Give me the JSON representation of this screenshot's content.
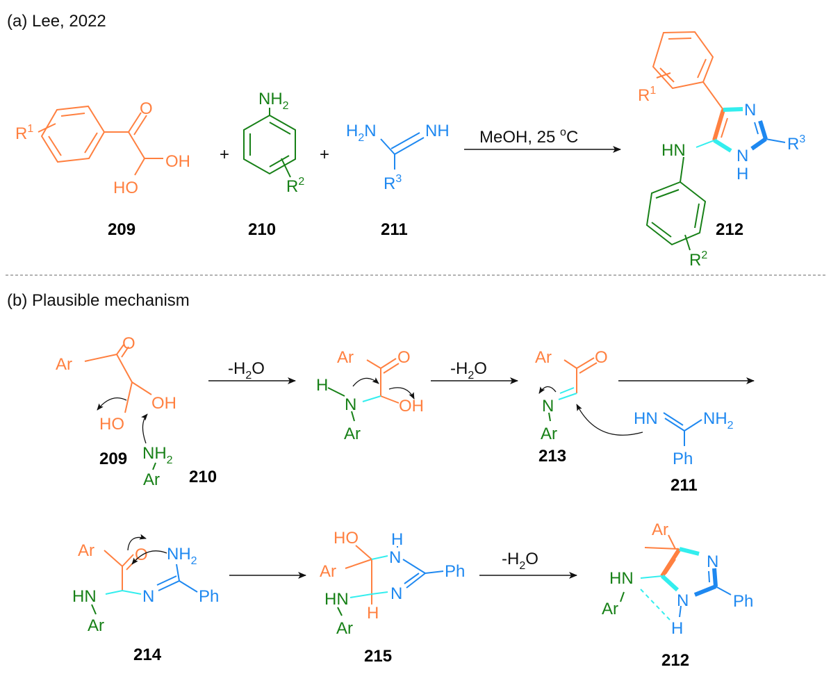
{
  "sections": {
    "a_title": "(a) Lee, 2022",
    "b_title": "(b) Plausible mechanism"
  },
  "conditions": {
    "main": "MeOH, 25 ",
    "sup": "o",
    "unit": "C"
  },
  "water_loss": {
    "pre": "-H",
    "sub": "2",
    "post": "O"
  },
  "plus": "+",
  "compounds": {
    "c209": "209",
    "c210": "210",
    "c211": "211",
    "c212": "212",
    "c213": "213",
    "c214": "214",
    "c215": "215"
  },
  "atoms": {
    "O": "O",
    "OH": "OH",
    "HO": "HO",
    "NH": "NH",
    "N": "N",
    "H": "H",
    "HN": "HN",
    "H2N_pre": "H",
    "H2N_post": "N",
    "two": "2",
    "R": "R",
    "one": "1",
    "three": "3",
    "Ar": "Ar",
    "Ph": "Ph"
  },
  "colors": {
    "aryl_ketone": "#FF8040",
    "amine": "#178017",
    "amidine": "#1E88F0",
    "new_bond": "#33EEEE"
  }
}
